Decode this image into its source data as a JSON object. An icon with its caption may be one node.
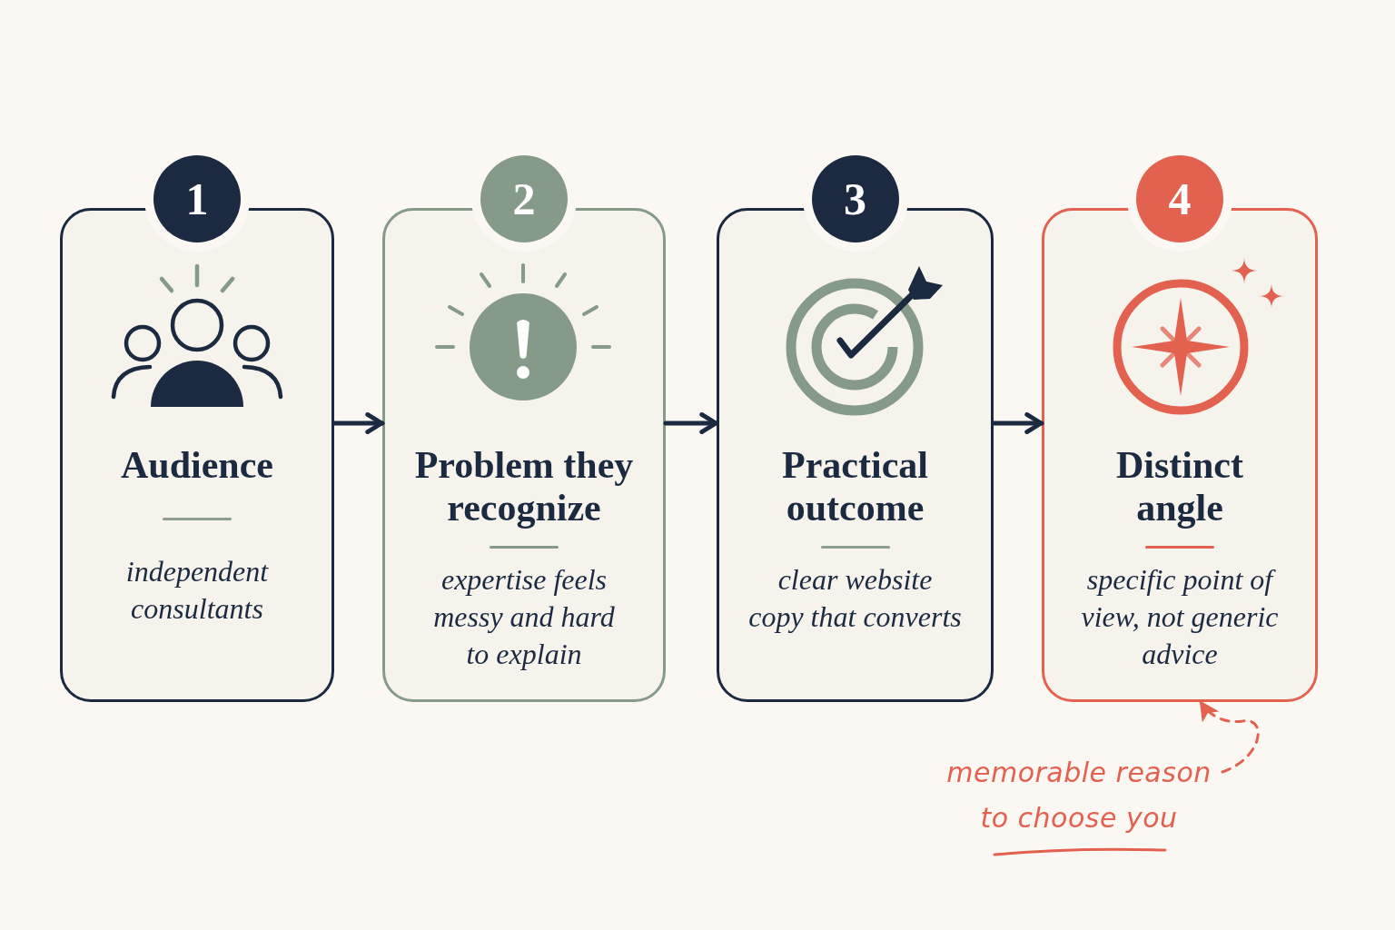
{
  "diagram": {
    "nodes": [
      {
        "text": [
          "1",
          "Audience",
          "independent consultants"
        ]
      },
      {
        "text": [
          "2",
          "Problem they recognize",
          "expertise feels messy and hard to explain"
        ]
      },
      {
        "text": [
          "3",
          "Practical outcome",
          "clear website copy that converts"
        ]
      },
      {
        "text": [
          "4",
          "Distinct angle",
          "specific point of view, not generic advice"
        ]
      },
      {
        "text": [
          "memorable reason to choose you"
        ]
      }
    ],
    "edges": [
      {
        "from": 0,
        "to": 1,
        "arrow": "to"
      },
      {
        "from": 1,
        "to": 2,
        "arrow": "to"
      },
      {
        "from": 2,
        "to": 3,
        "arrow": "to"
      },
      {
        "from": 4,
        "to": 3,
        "arrow": "to",
        "style": "dashed",
        "color": "#e2614f"
      }
    ]
  }
}
